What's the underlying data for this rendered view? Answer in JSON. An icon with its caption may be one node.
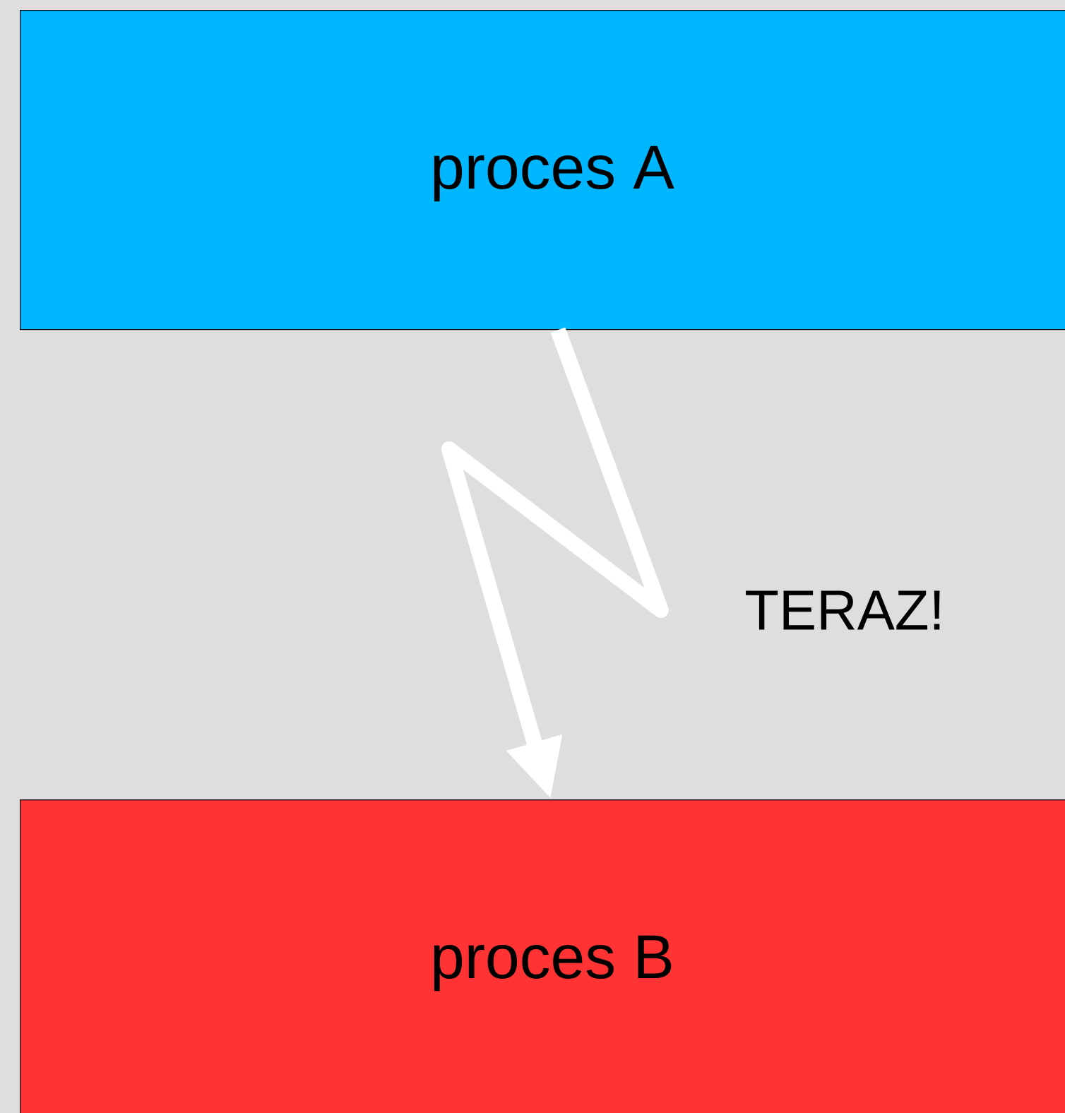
{
  "diagram": {
    "nodes": [
      {
        "text": [
          "proces A"
        ]
      },
      {
        "text": [
          "proces B"
        ]
      }
    ],
    "edges": [
      {
        "from": 0,
        "to": 1,
        "arrow": "to",
        "label": "TERAZ!",
        "color": "#ffffff"
      }
    ]
  }
}
